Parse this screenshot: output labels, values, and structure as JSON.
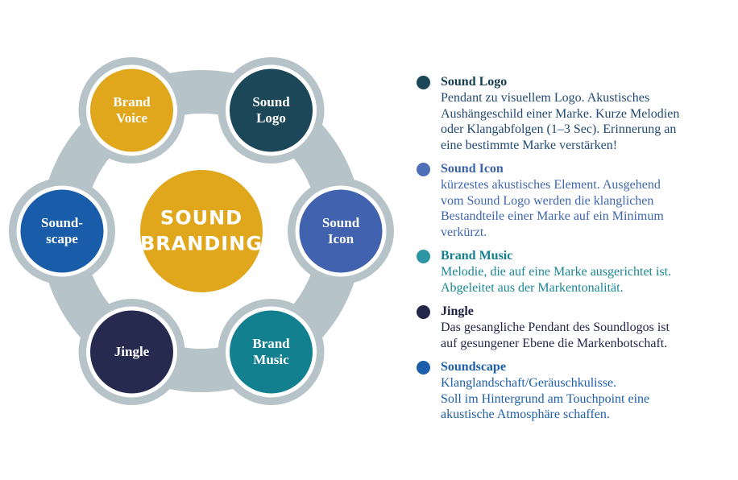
{
  "diagram": {
    "ring_color": "#b6c3c9",
    "center": {
      "label": "SOUND\nBRANDING",
      "color": "#e0a71c"
    },
    "nodes": [
      {
        "id": "brand-voice",
        "label": "Brand\nVoice",
        "color": "#e0a71c"
      },
      {
        "id": "sound-logo",
        "label": "Sound\nLogo",
        "color": "#1b4758"
      },
      {
        "id": "sound-icon",
        "label": "Sound\nIcon",
        "color": "#4162ae"
      },
      {
        "id": "brand-music",
        "label": "Brand\nMusic",
        "color": "#13808f"
      },
      {
        "id": "jingle",
        "label": "Jingle",
        "color": "#252a4e"
      },
      {
        "id": "soundscape",
        "label": "Sound-\nscape",
        "color": "#195caa"
      }
    ]
  },
  "legend": {
    "items": [
      {
        "title": "Sound Logo",
        "color": "#1b4758",
        "title_color": "#143c50",
        "body_color": "#234a72",
        "body": "Pendant zu visuellem Logo. Akustisches\nAushängeschild einer Marke. Kurze Melodien\noder Klangabfolgen (1–3 Sec). Erinnerung an\neine bestimmte Marke verstärken!"
      },
      {
        "title": "Sound Icon",
        "color": "#4e6eb5",
        "title_color": "#3a62ad",
        "body_color": "#3f66ae",
        "body": "kürzestes akustisches Element. Ausgehend\nvom Sound Logo werden die klanglichen\nBestandteile einer Marke auf ein Minimum\nverkürzt."
      },
      {
        "title": "Brand Music",
        "color": "#2d95a3",
        "title_color": "#137f8e",
        "body_color": "#1a8694",
        "body": "Melodie, die auf eine Marke ausgerichtet ist.\nAbgeleitet aus der Markentonalität."
      },
      {
        "title": "Jingle",
        "color": "#232749",
        "title_color": "#1d2142",
        "body_color": "#232749",
        "body": "Das gesangliche Pendant des Soundlogos ist\nauf gesungener Ebene die Markenbotschaft."
      },
      {
        "title": "Soundscape",
        "color": "#1c5ea9",
        "title_color": "#1c5ea9",
        "body_color": "#1f5fa9",
        "body": "Klanglandschaft/Geräuschkulisse.\nSoll im Hintergrund am Touchpoint eine\nakustische Atmosphäre schaffen."
      }
    ]
  }
}
